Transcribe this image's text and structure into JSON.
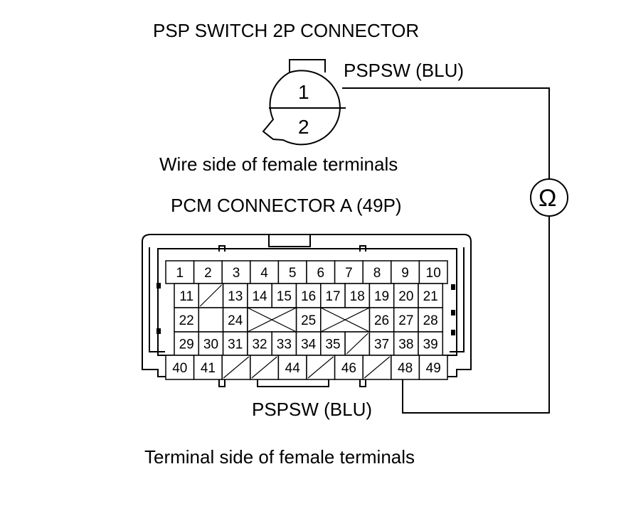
{
  "labels": {
    "psp_title": "PSP SWITCH 2P CONNECTOR",
    "pspsw_top": "PSPSW (BLU)",
    "wire_side": "Wire side of female terminals",
    "pcm_title": "PCM CONNECTOR A (49P)",
    "pspsw_bottom": "PSPSW (BLU)",
    "terminal_side": "Terminal side of female terminals",
    "ohm": "Ω"
  },
  "psp_pins": [
    "1",
    "2"
  ],
  "pcm_pins": {
    "row1": [
      "1",
      "2",
      "3",
      "4",
      "5",
      "6",
      "7",
      "8",
      "9",
      "10"
    ],
    "row2": [
      "11",
      "",
      "13",
      "14",
      "15",
      "16",
      "17",
      "18",
      "19",
      "20",
      "21"
    ],
    "row3": [
      "22",
      "",
      "24",
      "",
      "",
      "25",
      "",
      "",
      "26",
      "27",
      "28"
    ],
    "row4": [
      "29",
      "30",
      "31",
      "32",
      "33",
      "34",
      "35",
      "",
      "37",
      "38",
      "39"
    ],
    "row5": [
      "40",
      "41",
      "",
      "",
      "44",
      "",
      "46",
      "",
      "48",
      "49"
    ]
  }
}
